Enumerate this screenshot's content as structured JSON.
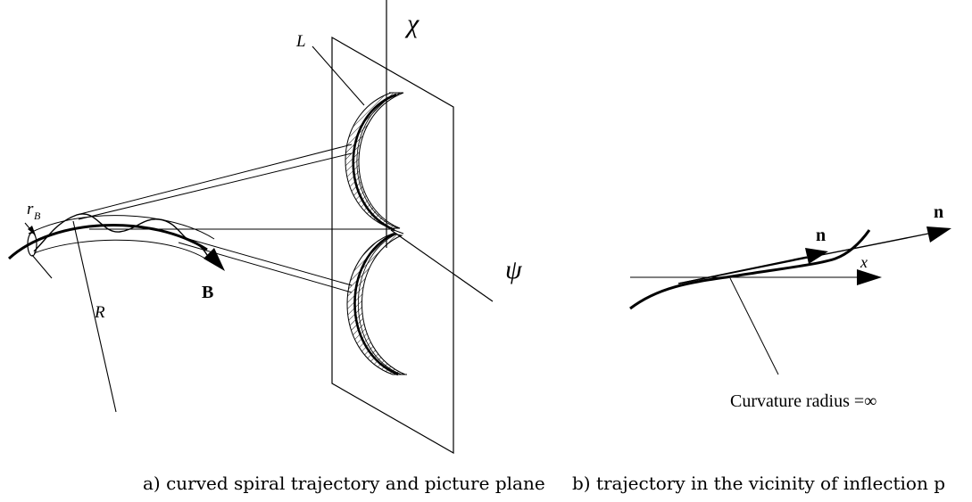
{
  "panel_a": {
    "labels": {
      "chi": "χ",
      "L": "L",
      "r": "r",
      "r_sub": "B",
      "B": "B",
      "R": "R",
      "psi": "ψ"
    },
    "caption": "a) curved spiral trajectory and picture plane"
  },
  "panel_b": {
    "labels": {
      "n_inner": "n",
      "n_outer": "n",
      "x": "x",
      "curvature": "Curvature radius =∞"
    },
    "caption": "b) trajectory in the vicinity of inflection p"
  },
  "colors": {
    "ink": "#000000",
    "background": "#ffffff"
  }
}
